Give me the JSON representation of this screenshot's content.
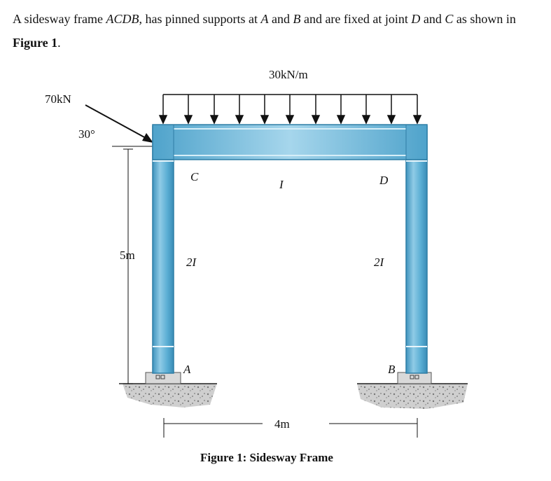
{
  "intro": {
    "part1": "A sidesway frame ",
    "frame_name": "ACDB",
    "part2": ", has pinned supports at ",
    "support_a": "A",
    "part3": " and ",
    "support_b": "B",
    "part4": " and are fixed at joint ",
    "joint_d": "D",
    "part5": " and ",
    "joint_c": "C",
    "part6": " as shown in ",
    "figure_ref": "Figure 1",
    "part7": "."
  },
  "loads": {
    "distributed": "30kN/m",
    "point": "70kN",
    "angle": "30°"
  },
  "dimensions": {
    "height": "5m",
    "span": "4m"
  },
  "labels": {
    "joint_c": "C",
    "joint_d": "D",
    "beam_inertia": "I",
    "left_column_inertia": "2I",
    "right_column_inertia": "2I",
    "support_a": "A",
    "support_b": "B"
  },
  "caption": "Figure 1: Sidesway Frame",
  "colors": {
    "member_fill": "#5aaed4",
    "member_edge": "#2f7ea6",
    "member_highlight": "#a9d8ee",
    "ground": "#c8c8c8"
  }
}
